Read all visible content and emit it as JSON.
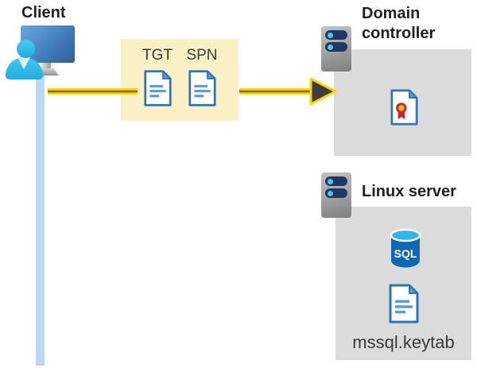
{
  "nodes": {
    "client": {
      "label": "Client"
    },
    "domain_controller": {
      "label": "Domain controller"
    },
    "linux_server": {
      "label": "Linux server"
    }
  },
  "tickets": {
    "tgt": "TGT",
    "spn": "SPN"
  },
  "artifacts": {
    "sql_badge": "SQL",
    "keytab_file": "mssql.keytab"
  },
  "colors": {
    "heading_text": "#1f1f1f",
    "muted_text": "#3a3a3a",
    "ticket_box_bg": "#faf0c5",
    "node_box_bg": "#dbdbdb",
    "client_line": "#bdd8f4",
    "arrow_yellow": "#ffd400",
    "arrow_core": "#7e731b",
    "arrowhead": "#3d3d3d",
    "doc_border": "#2e75b6",
    "doc_accent": "#5b9bd5",
    "cert_red": "#c9252b",
    "cert_gold": "#ffc20e",
    "sql_body": "#1168b2",
    "sql_top": "#35b4e5",
    "server_pill": "#1f3864",
    "server_dot": "#54c2ea"
  }
}
